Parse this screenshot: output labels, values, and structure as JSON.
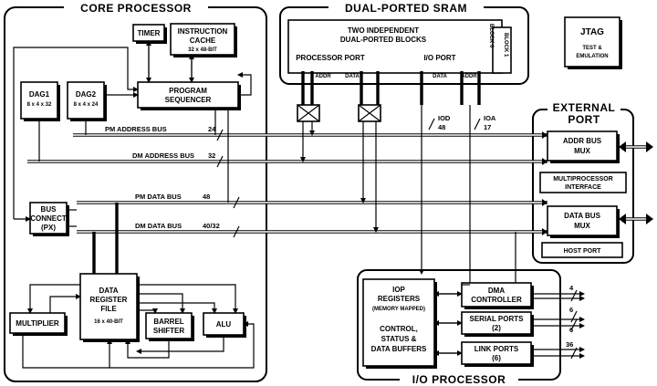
{
  "sections": {
    "core_processor": "CORE PROCESSOR",
    "dual_ported_sram": "DUAL-PORTED SRAM",
    "external_port_line1": "EXTERNAL",
    "external_port_line2": "PORT",
    "io_processor": "I/O PROCESSOR"
  },
  "blocks": {
    "timer": "TIMER",
    "instruction_cache": [
      "INSTRUCTION",
      "CACHE",
      "32 x 48-BIT"
    ],
    "dag1": [
      "DAG1",
      "8 x 4 x 32"
    ],
    "dag2": [
      "DAG2",
      "8 x 4 x 24"
    ],
    "program_sequencer": [
      "PROGRAM",
      "SEQUENCER"
    ],
    "bus_connect": [
      "BUS",
      "CONNECT",
      "(PX)"
    ],
    "data_register_file": [
      "DATA",
      "REGISTER",
      "FILE",
      "16 x 40-BIT"
    ],
    "multiplier": "MULTIPLIER",
    "barrel_shifter": [
      "BARREL",
      "SHIFTER"
    ],
    "alu": "ALU",
    "sram_blocks": [
      "TWO INDEPENDENT",
      "DUAL-PORTED BLOCKS"
    ],
    "block0": "BLOCK 0",
    "block1": "BLOCK 1",
    "processor_port": "PROCESSOR PORT",
    "io_port": "I/O PORT",
    "port_addr": "ADDR",
    "port_data": "DATA",
    "jtag": [
      "JTAG",
      "TEST &",
      "EMULATION"
    ],
    "addr_bus_mux": [
      "ADDR BUS",
      "MUX"
    ],
    "multiprocessor_interface": [
      "MULTIPROCESSOR",
      "INTERFACE"
    ],
    "data_bus_mux": [
      "DATA BUS",
      "MUX"
    ],
    "host_port": "HOST PORT",
    "iop_registers": [
      "IOP",
      "REGISTERS",
      "(MEMORY MAPPED)"
    ],
    "control_status": [
      "CONTROL,",
      "STATUS &",
      "DATA BUFFERS"
    ],
    "dma_controller": [
      "DMA",
      "CONTROLLER"
    ],
    "serial_ports": [
      "SERIAL PORTS",
      "(2)"
    ],
    "link_ports": [
      "LINK PORTS",
      "(6)"
    ]
  },
  "buses": {
    "pm_address": "PM ADDRESS BUS",
    "pm_address_width": "24",
    "dm_address": "DM ADDRESS BUS",
    "dm_address_width": "32",
    "pm_data": "PM DATA BUS",
    "pm_data_width": "48",
    "dm_data": "DM DATA BUS",
    "dm_data_width": "40/32",
    "iod": [
      "IOD",
      "48"
    ],
    "ioa": [
      "IOA",
      "17"
    ]
  },
  "io_pins": {
    "dma": "4",
    "serial_a": "6",
    "serial_b": "6",
    "link": "36"
  }
}
